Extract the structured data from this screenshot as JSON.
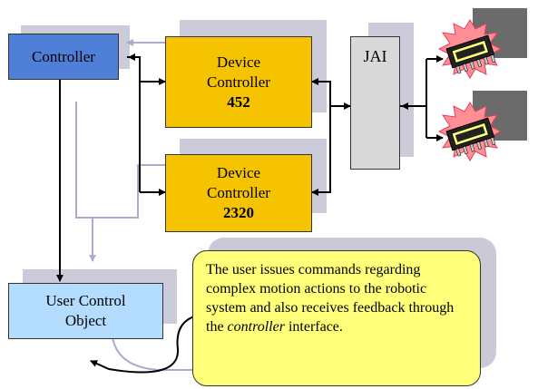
{
  "nodes": {
    "controller": {
      "label": "Controller"
    },
    "device_controller_452": {
      "line1": "Device",
      "line2": "Controller",
      "id": "452"
    },
    "device_controller_2320": {
      "line1": "Device",
      "line2": "Controller",
      "id": "2320"
    },
    "jai": {
      "label": "JAI"
    },
    "user_control_object": {
      "line1": "User Control",
      "line2": "Object"
    }
  },
  "callout": {
    "text_before": "The user issues commands regarding complex motion actions to the robotic system and also receives feedback through the ",
    "emphasis": "controller",
    "text_after": " interface."
  },
  "icons": [
    "robot-chip-icon",
    "robot-chip-icon"
  ],
  "colors": {
    "controller": "#4f7fd6",
    "device_controller": "#f5c300",
    "jai": "#d9d9d9",
    "user_control_object": "#b3dcff",
    "callout": "#ffff7a",
    "shadow": "#cbcbd9"
  }
}
